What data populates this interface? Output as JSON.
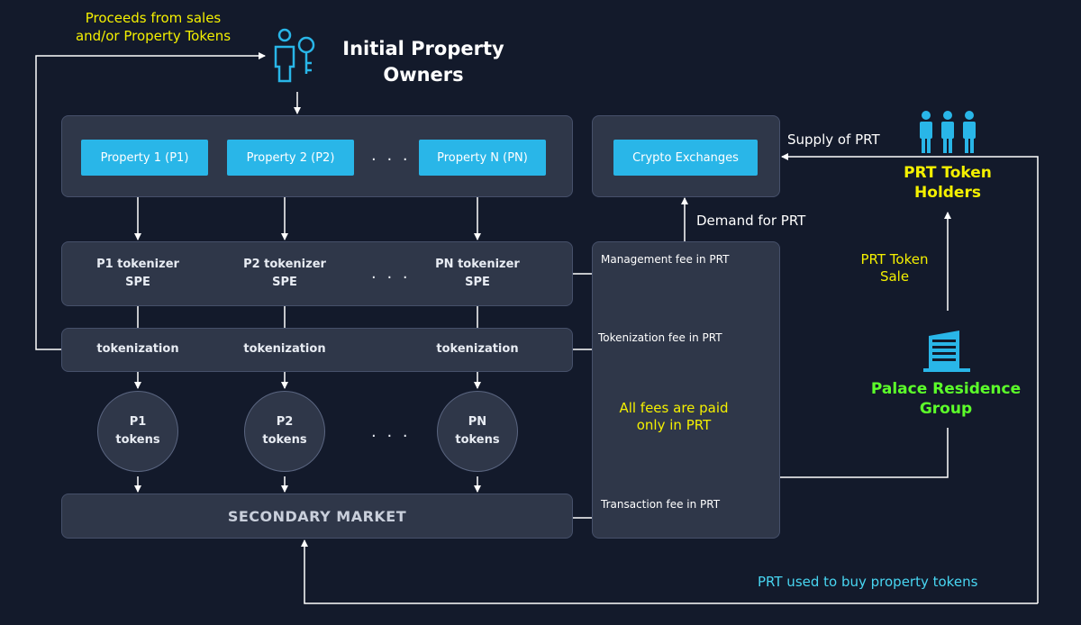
{
  "top_note": {
    "line1": "Proceeds from sales",
    "line2": "and/or Property Tokens"
  },
  "owners": {
    "line1": "Initial Property",
    "line2": "Owners",
    "icon": "person-key-icon"
  },
  "properties": [
    {
      "label": "Property 1 (P1)"
    },
    {
      "label": "Property 2 (P2)"
    },
    {
      "label": "Property N (PN)"
    }
  ],
  "tokenizers": [
    {
      "line1": "P1 tokenizer",
      "line2": "SPE"
    },
    {
      "line1": "P2 tokenizer",
      "line2": "SPE"
    },
    {
      "line1": "PN tokenizer",
      "line2": "SPE"
    }
  ],
  "tokenization": [
    "tokenization",
    "tokenization",
    "tokenization"
  ],
  "tokens": [
    {
      "line1": "P1",
      "line2": "tokens"
    },
    {
      "line1": "P2",
      "line2": "tokens"
    },
    {
      "line1": "PN",
      "line2": "tokens"
    }
  ],
  "ellipsis": "· · ·",
  "secondary_market": "SECONDARY MARKET",
  "crypto_exchanges": "Crypto Exchanges",
  "supply": "Supply of PRT",
  "demand": "Demand for PRT",
  "holders": {
    "line1": "PRT Token",
    "line2": "Holders",
    "icon": "people-group-icon"
  },
  "sale": {
    "line1": "PRT Token",
    "line2": "Sale"
  },
  "group": {
    "line1": "Palace Residence",
    "line2": "Group",
    "icon": "building-icon"
  },
  "fees": {
    "management": "Management fee in PRT",
    "tokenization": "Tokenization fee in PRT",
    "transaction": "Transaction fee in PRT",
    "all_line1": "All fees are paid",
    "all_line2": "only in PRT"
  },
  "bottom_note": "PRT used to buy property tokens",
  "colors": {
    "background": "#131a2b",
    "panel": "#2f3749",
    "accent": "#29b6e8",
    "yellow": "#f4f000",
    "green": "#5cff2a"
  }
}
